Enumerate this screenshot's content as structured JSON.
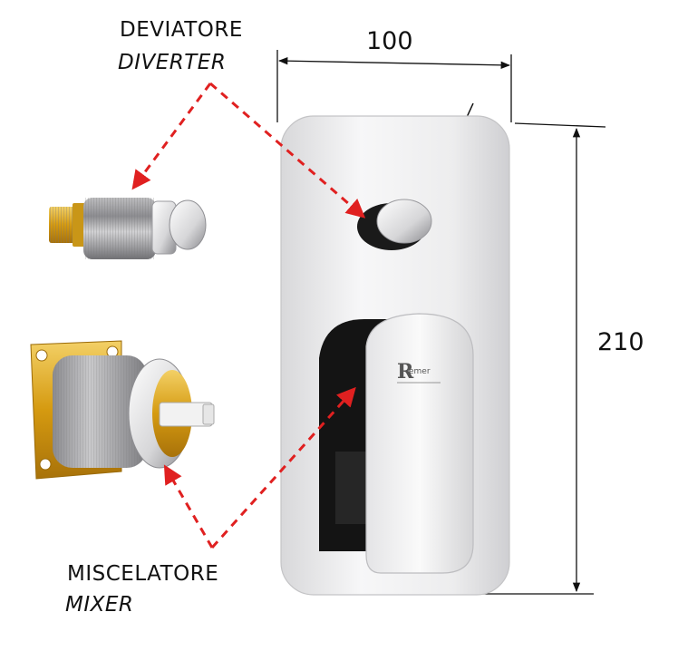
{
  "labels": {
    "diverter_it": "DEVIATORE",
    "diverter_en": "DIVERTER",
    "mixer_it": "MISCELATORE",
    "mixer_en": "MIXER"
  },
  "dimensions": {
    "width": "100",
    "height": "210"
  },
  "logo_text": "Remer",
  "colors": {
    "arrow": "#e02020",
    "chrome": "#e8e8ea",
    "brass": "#d9a21a",
    "dark": "#1a1a1a"
  }
}
